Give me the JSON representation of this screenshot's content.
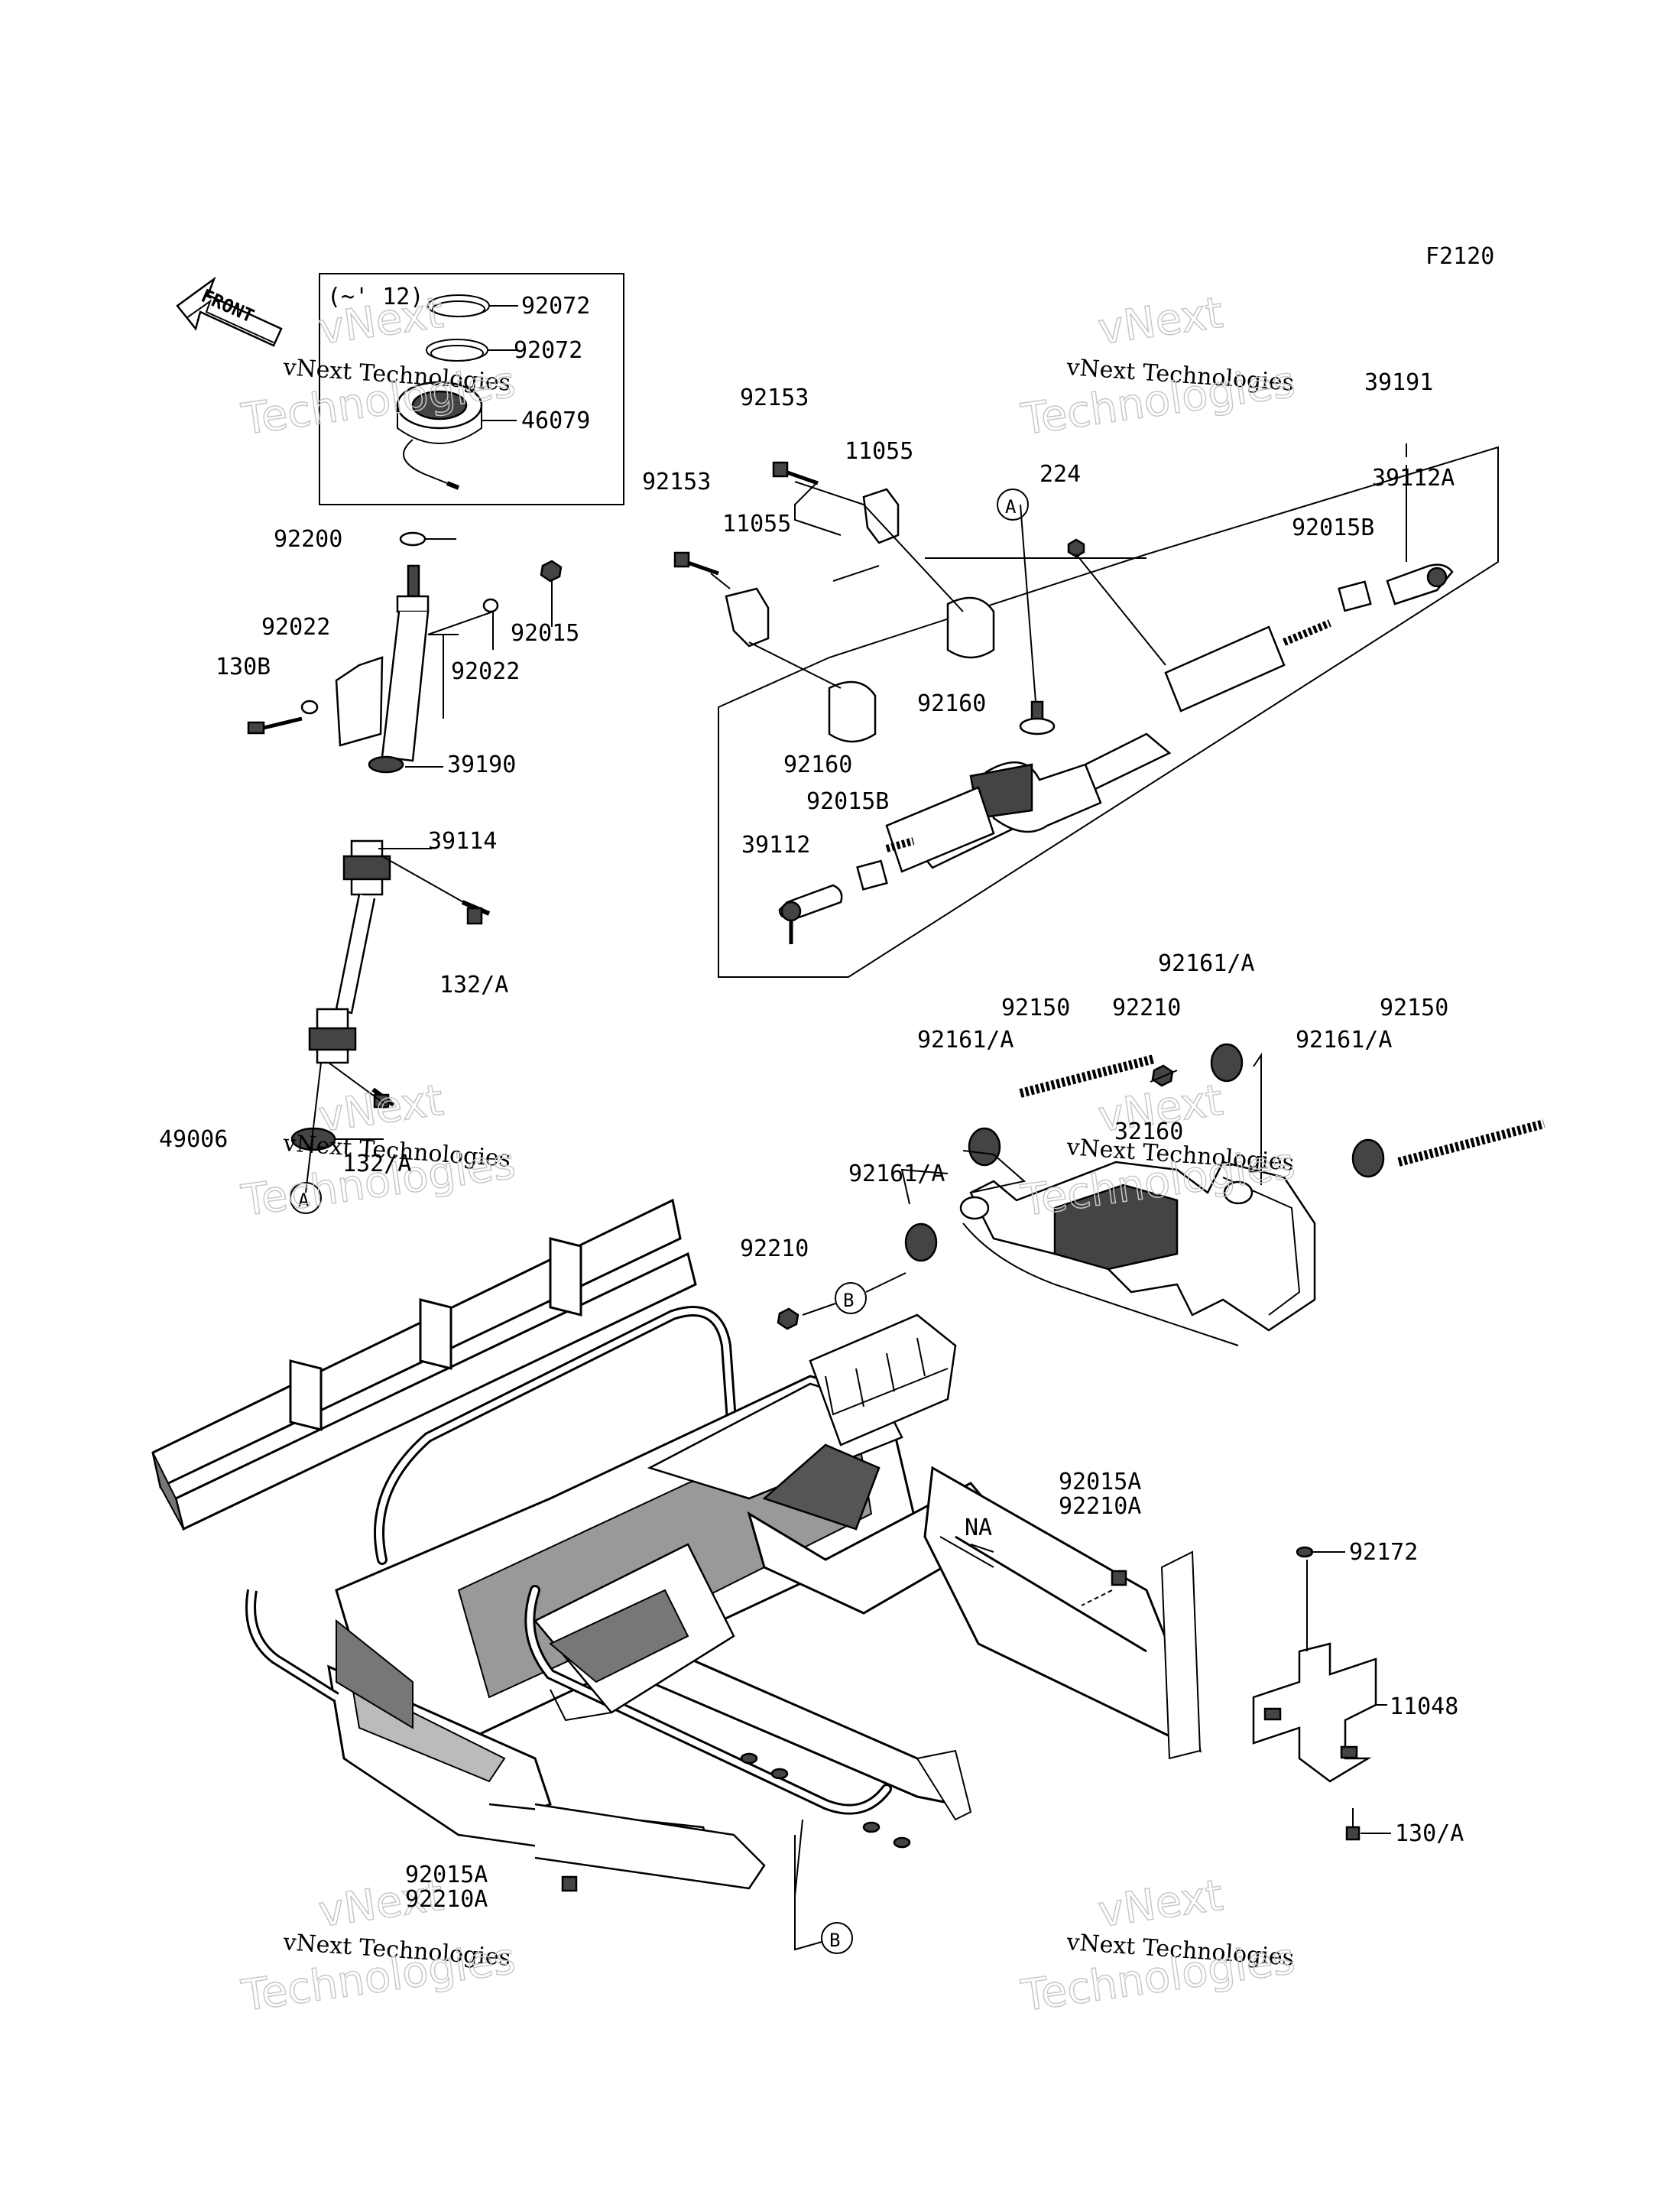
{
  "figure_code": "F2120",
  "front_arrow_label": "FRONT",
  "inset_note": "(~' 12)",
  "watermark": {
    "line1": "vNext",
    "line2": "vNext Technologies",
    "line3": "Technologies"
  },
  "refs": {
    "a": "A",
    "b": "B"
  },
  "callouts": [
    {
      "id": "c_92072_a",
      "text": "92072"
    },
    {
      "id": "c_92072_b",
      "text": "92072"
    },
    {
      "id": "c_46079",
      "text": "46079"
    },
    {
      "id": "c_92200",
      "text": "92200"
    },
    {
      "id": "c_92022_a",
      "text": "92022"
    },
    {
      "id": "c_92015",
      "text": "92015"
    },
    {
      "id": "c_130b",
      "text": "130B"
    },
    {
      "id": "c_92022_b",
      "text": "92022"
    },
    {
      "id": "c_39190",
      "text": "39190"
    },
    {
      "id": "c_39114",
      "text": "39114"
    },
    {
      "id": "c_132a_1",
      "text": "132/A"
    },
    {
      "id": "c_49006",
      "text": "49006"
    },
    {
      "id": "c_132a_2",
      "text": "132/A"
    },
    {
      "id": "c_92153_a",
      "text": "92153"
    },
    {
      "id": "c_11055_a",
      "text": "11055"
    },
    {
      "id": "c_92153_b",
      "text": "92153"
    },
    {
      "id": "c_11055_b",
      "text": "11055"
    },
    {
      "id": "c_224",
      "text": "224"
    },
    {
      "id": "c_39191",
      "text": "39191"
    },
    {
      "id": "c_39112a",
      "text": "39112A"
    },
    {
      "id": "c_92015b_a",
      "text": "92015B"
    },
    {
      "id": "c_92160_a",
      "text": "92160"
    },
    {
      "id": "c_92160_b",
      "text": "92160"
    },
    {
      "id": "c_92015b_b",
      "text": "92015B"
    },
    {
      "id": "c_39112",
      "text": "39112"
    },
    {
      "id": "c_92161a_1",
      "text": "92161/A"
    },
    {
      "id": "c_92150_a",
      "text": "92150"
    },
    {
      "id": "c_92210_a",
      "text": "92210"
    },
    {
      "id": "c_92161a_2",
      "text": "92161/A"
    },
    {
      "id": "c_92150_b",
      "text": "92150"
    },
    {
      "id": "c_92161a_3",
      "text": "92161/A"
    },
    {
      "id": "c_32160",
      "text": "32160"
    },
    {
      "id": "c_92161a_4",
      "text": "92161/A"
    },
    {
      "id": "c_92210_b",
      "text": "92210"
    },
    {
      "id": "c_92015a_a",
      "text": "92015A"
    },
    {
      "id": "c_92210a_a",
      "text": "92210A"
    },
    {
      "id": "c_na",
      "text": "NA"
    },
    {
      "id": "c_92172",
      "text": "92172"
    },
    {
      "id": "c_11048",
      "text": "11048"
    },
    {
      "id": "c_130a",
      "text": "130/A"
    },
    {
      "id": "c_92015a_b",
      "text": "92015A"
    },
    {
      "id": "c_92210a_b",
      "text": "92210A"
    }
  ]
}
